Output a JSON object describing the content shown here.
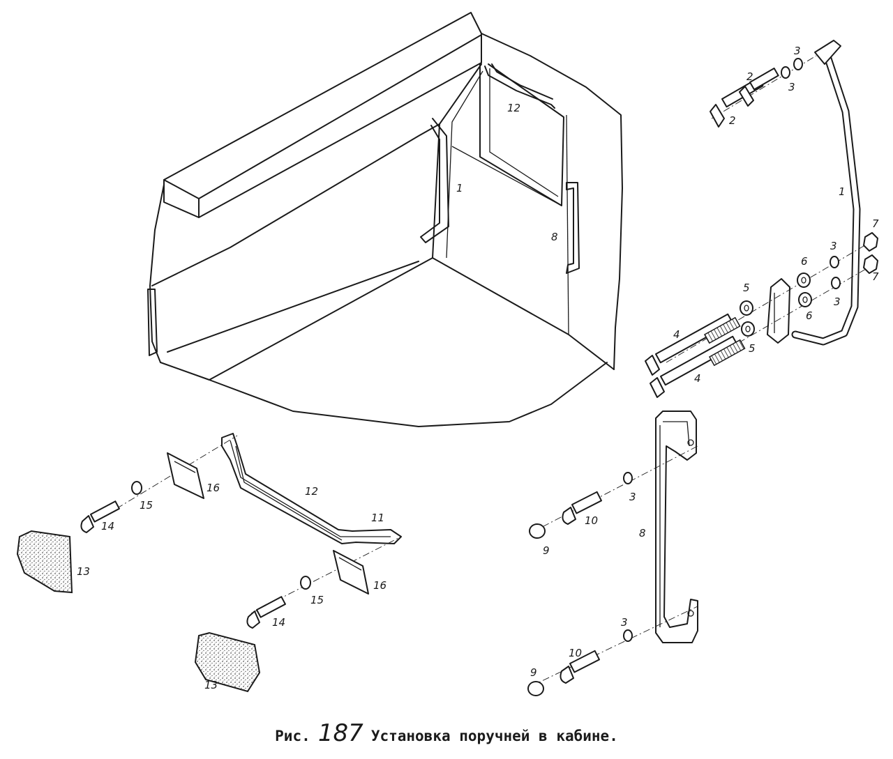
{
  "caption": {
    "prefix": "Рис.",
    "number": "187",
    "title": "Установка поручней в кабине."
  },
  "part_labels": [
    "1",
    "2",
    "3",
    "4",
    "5",
    "6",
    "7",
    "8",
    "9",
    "10",
    "11",
    "12",
    "13",
    "14",
    "15",
    "16"
  ],
  "colors": {
    "ink": "#1a1a1a",
    "paper": "#ffffff",
    "stipple": "#555555"
  }
}
